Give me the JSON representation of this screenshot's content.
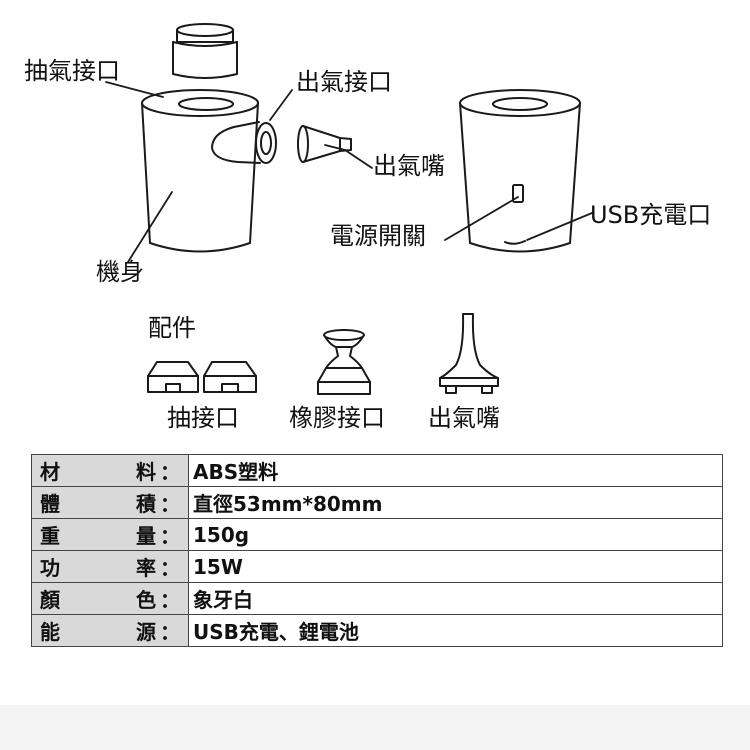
{
  "diagram": {
    "main_labels": {
      "intake_port": "抽氣接口",
      "outlet_port": "出氣接口",
      "outlet_nozzle": "出氣嘴",
      "body": "機身",
      "power_switch": "電源開關",
      "usb_port": "USB充電口"
    },
    "accessories": {
      "title": "配件",
      "intake_adapter": "抽接口",
      "rubber_adapter": "橡膠接口",
      "outlet_nozzle": "出氣嘴"
    }
  },
  "specs": [
    {
      "key_a": "材",
      "key_b": "料",
      "colon": "：",
      "value": "ABS塑料"
    },
    {
      "key_a": "體",
      "key_b": "積",
      "colon": "：",
      "value": "直徑53mm*80mm"
    },
    {
      "key_a": "重",
      "key_b": "量",
      "colon": "：",
      "value": "150g"
    },
    {
      "key_a": "功",
      "key_b": "率",
      "colon": "：",
      "value": "15W"
    },
    {
      "key_a": "顏",
      "key_b": "色",
      "colon": "：",
      "value": "象牙白"
    },
    {
      "key_a": "能",
      "key_b": "源",
      "colon": "：",
      "value": "USB充電、鋰電池"
    }
  ],
  "colors": {
    "line": "#1a1a1a",
    "table_key_bg": "#d9d9d9",
    "table_border": "#444444"
  }
}
